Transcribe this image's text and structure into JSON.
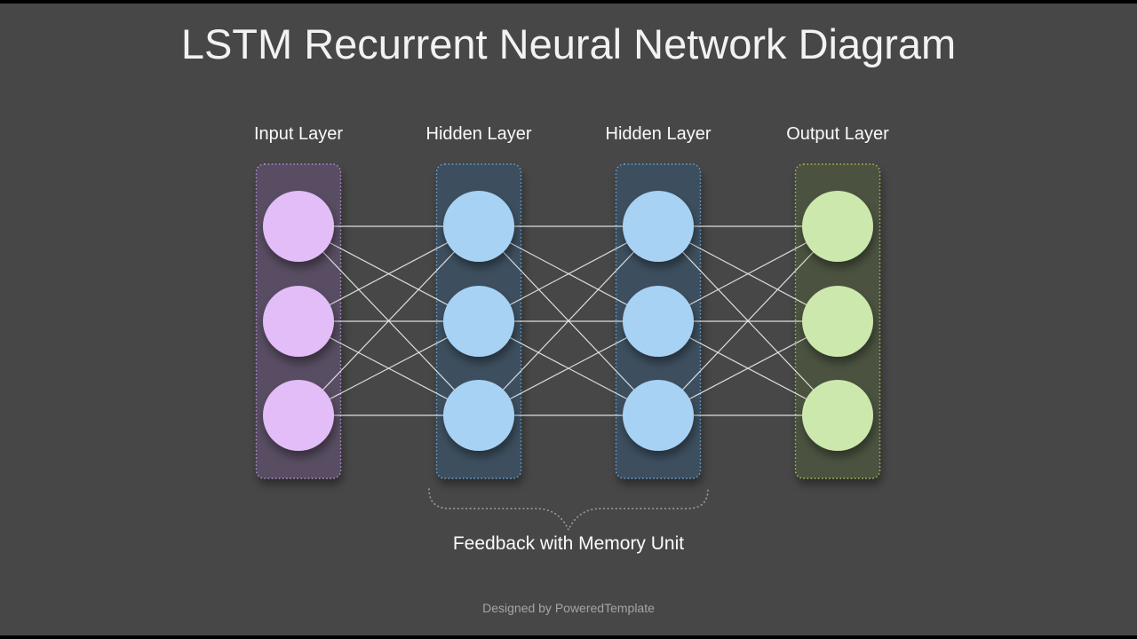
{
  "slide": {
    "title": "LSTM Recurrent Neural Network Diagram",
    "footer": "Designed by PoweredTemplate",
    "background": "#474747",
    "edge_bar_color": "#000000",
    "title_color": "#f2f2f2"
  },
  "diagram": {
    "type": "neural-network",
    "fully_connected": true,
    "brace_label": "Feedback with Memory Unit",
    "connection_color": "#eeeeee",
    "brace_color": "#9a9a9a",
    "layers": [
      {
        "label": "Input Layer",
        "nodes": 3,
        "node_color": "#e2bdf7",
        "box_fill": "#584e62",
        "box_border": "#b48fd8"
      },
      {
        "label": "Hidden Layer",
        "nodes": 3,
        "node_color": "#a8d2f4",
        "box_fill": "#3e4f5f",
        "box_border": "#63a5dc"
      },
      {
        "label": "Hidden Layer",
        "nodes": 3,
        "node_color": "#a8d2f4",
        "box_fill": "#3e4f5f",
        "box_border": "#63a5dc"
      },
      {
        "label": "Output Layer",
        "nodes": 3,
        "node_color": "#cde8ad",
        "box_fill": "#4b5340",
        "box_border": "#a6c24e"
      }
    ]
  }
}
